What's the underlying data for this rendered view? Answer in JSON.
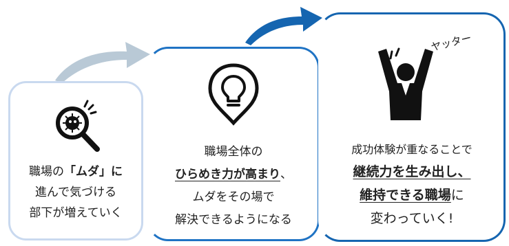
{
  "steps": [
    {
      "icon": "magnifier-bug-icon",
      "lines": [
        {
          "a": "職場の",
          "b": "「ムダ」に"
        },
        {
          "a": "進んで気づける"
        },
        {
          "a": "部下が増えていく"
        }
      ]
    },
    {
      "icon": "lightbulb-icon",
      "lines": [
        {
          "a": "職場全体の"
        },
        {
          "u": "ひらめき力が高まり",
          "a": "、"
        },
        {
          "a": "ムダをその場で"
        },
        {
          "a": "解決できるようになる"
        }
      ]
    },
    {
      "icon": "cheering-person-icon",
      "exclaim": "ヤッター",
      "lines": [
        {
          "a": "成功体験が重なることで"
        },
        {
          "u": "継続力を生み出し、"
        },
        {
          "u": "維持できる職場",
          "a": "に"
        },
        {
          "a": "変わっていく!"
        }
      ]
    }
  ],
  "colors": {
    "arrow_light": "#b9c9d6",
    "arrow_dark": "#1565b0",
    "border_light": "#c9d9ef",
    "border_mid": "#1f73c4",
    "border_dark": "#1565b0"
  }
}
